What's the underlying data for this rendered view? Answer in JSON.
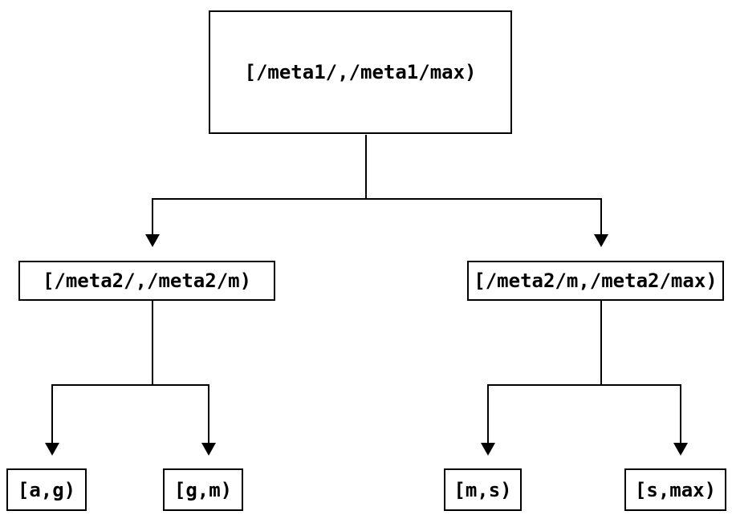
{
  "diagram": {
    "type": "tree",
    "description": "Binary partition tree of key ranges",
    "nodes": {
      "root": {
        "id": "root",
        "label": "[/meta1/,/meta1/max)"
      },
      "meta2_low": {
        "id": "meta2_low",
        "label": "[/meta2/,/meta2/m)"
      },
      "meta2_high": {
        "id": "meta2_high",
        "label": "[/meta2/m,/meta2/max)"
      },
      "leaf_a_g": {
        "id": "leaf_a_g",
        "label": "[a,g)"
      },
      "leaf_g_m": {
        "id": "leaf_g_m",
        "label": "[g,m)"
      },
      "leaf_m_s": {
        "id": "leaf_m_s",
        "label": "[m,s)"
      },
      "leaf_s_max": {
        "id": "leaf_s_max",
        "label": "[s,max)"
      }
    },
    "edges": [
      {
        "from": "root",
        "to": "meta2_low",
        "arrow": "filled-triangle-down"
      },
      {
        "from": "root",
        "to": "meta2_high",
        "arrow": "filled-triangle-down"
      },
      {
        "from": "meta2_low",
        "to": "leaf_a_g",
        "arrow": "filled-triangle-down"
      },
      {
        "from": "meta2_low",
        "to": "leaf_g_m",
        "arrow": "filled-triangle-down"
      },
      {
        "from": "meta2_high",
        "to": "leaf_m_s",
        "arrow": "filled-triangle-down"
      },
      {
        "from": "meta2_high",
        "to": "leaf_s_max",
        "arrow": "filled-triangle-down"
      }
    ],
    "colors": {
      "background": "#ffffff",
      "line": "#000000",
      "node_border": "#000000",
      "node_fill": "#ffffff",
      "text": "#000000"
    }
  }
}
